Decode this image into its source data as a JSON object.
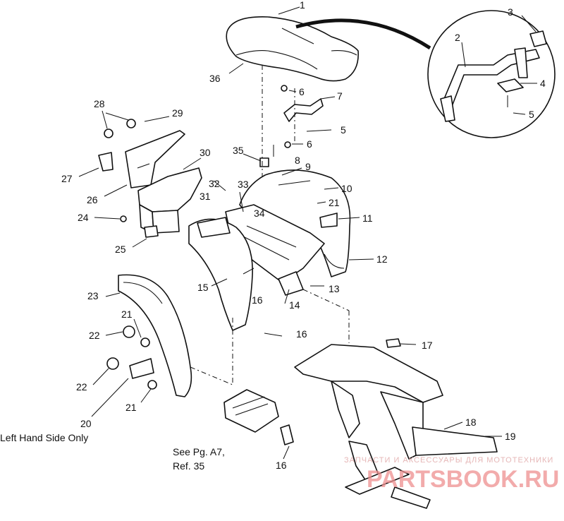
{
  "callouts": [
    "1",
    "2",
    "3",
    "4",
    "5",
    "36",
    "6",
    "7",
    "5",
    "6",
    "28",
    "29",
    "27",
    "26",
    "30",
    "35",
    "8",
    "9",
    "32",
    "33",
    "31",
    "10",
    "21",
    "34",
    "24",
    "11",
    "25",
    "12",
    "15",
    "13",
    "16",
    "14",
    "23",
    "21",
    "22",
    "16",
    "17",
    "22",
    "20",
    "21",
    "18",
    "19",
    "16"
  ],
  "notes": {
    "left_hand": "Left Hand Side Only",
    "see_page": "See Pg. A7,",
    "reference": "Ref. 35"
  },
  "watermark": {
    "tagline": "ЗАПЧАСТИ И АКСЕССУАРЫ ДЛЯ МОТОТЕХНИКИ",
    "logo": "PARTSBOOK.RU"
  }
}
